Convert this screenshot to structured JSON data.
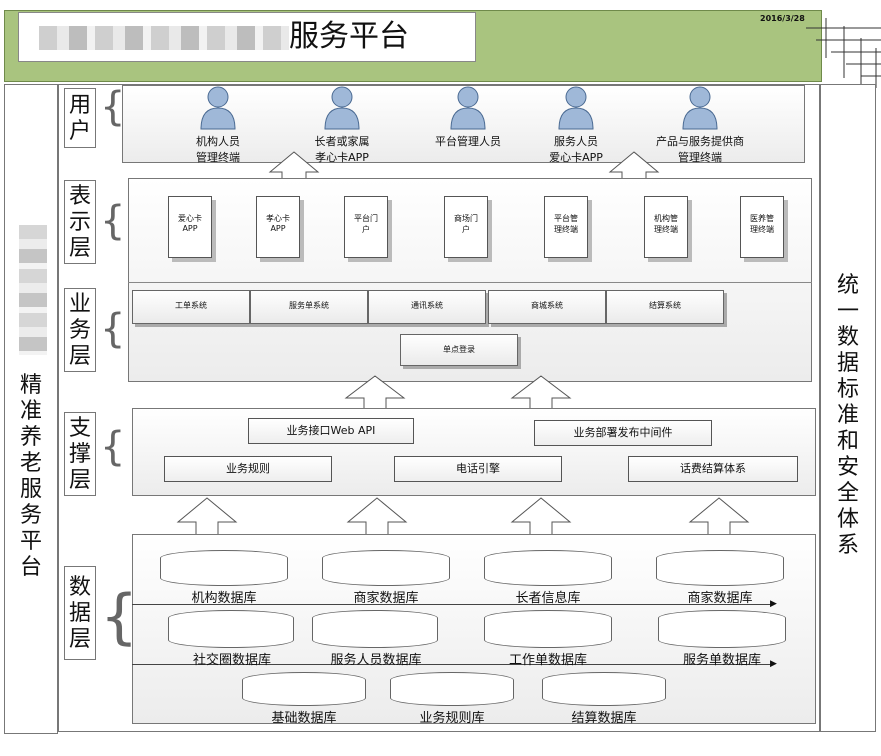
{
  "header": {
    "title": "服务平台",
    "date": "2016/3/28"
  },
  "left_side": {
    "label": "精准养老服务平台"
  },
  "right_side": {
    "label": "统一数据标准和安全体系"
  },
  "layers": {
    "user": {
      "label": "用户",
      "items": [
        {
          "line1": "机构人员",
          "line2": "管理终端"
        },
        {
          "line1": "长者或家属",
          "line2": "孝心卡APP"
        },
        {
          "line1": "平台管理人员",
          "line2": ""
        },
        {
          "line1": "服务人员",
          "line2": "爱心卡APP"
        },
        {
          "line1": "产品与服务提供商",
          "line2": "管理终端"
        }
      ]
    },
    "presentation": {
      "label": "表示层",
      "items": [
        {
          "line1": "爱心卡",
          "line2": "APP"
        },
        {
          "line1": "孝心卡",
          "line2": "APP"
        },
        {
          "line1": "平台门",
          "line2": "户"
        },
        {
          "line1": "商场门",
          "line2": "户"
        },
        {
          "line1": "平台管",
          "line2": "理终端"
        },
        {
          "line1": "机构管",
          "line2": "理终端"
        },
        {
          "line1": "医养管",
          "line2": "理终端"
        }
      ]
    },
    "business": {
      "label": "业务层",
      "systems": [
        "工单系统",
        "服务单系统",
        "通讯系统",
        "商城系统",
        "结算系统"
      ],
      "sso": "单点登录"
    },
    "support": {
      "label": "支撑层",
      "top": [
        "业务接口Web API",
        "业务部署发布中间件"
      ],
      "bottom": [
        "业务规则",
        "电话引擎",
        "话费结算体系"
      ]
    },
    "data": {
      "label": "数据层",
      "row1": [
        "机构数据库",
        "商家数据库",
        "长者信息库",
        "商家数据库"
      ],
      "row2": [
        "社交圈数据库",
        "服务人员数据库",
        "工作单数据库",
        "服务单数据库"
      ],
      "row3": [
        "基础数据库",
        "业务规则库",
        "结算数据库"
      ]
    }
  }
}
